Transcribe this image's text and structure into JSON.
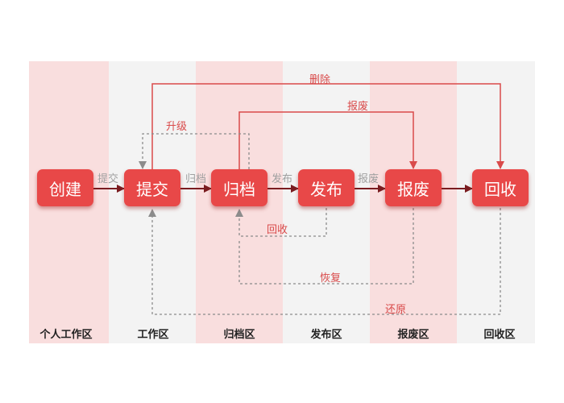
{
  "lanes": [
    {
      "label": "个人工作区",
      "color": "#f9dede"
    },
    {
      "label": "工作区",
      "color": "#f3f3f3"
    },
    {
      "label": "归档区",
      "color": "#f9dede"
    },
    {
      "label": "发布区",
      "color": "#f3f3f3"
    },
    {
      "label": "报废区",
      "color": "#f9dede"
    },
    {
      "label": "回收区",
      "color": "#f3f3f3"
    }
  ],
  "nodes": [
    "创建",
    "提交",
    "归档",
    "发布",
    "报废",
    "回收"
  ],
  "edge_labels": {
    "submit": "提交",
    "archive": "归档",
    "publish": "发布",
    "scrap": "报废",
    "delete": "删除",
    "scrap_top": "报废",
    "upgrade": "升级",
    "recycle": "回收",
    "restore": "恢复",
    "return": "还原"
  },
  "colors": {
    "node": "#e84848",
    "solid_arrow": "#7a1c20",
    "red_line": "#d94a4a",
    "dashed_line": "#8c8c8c"
  }
}
